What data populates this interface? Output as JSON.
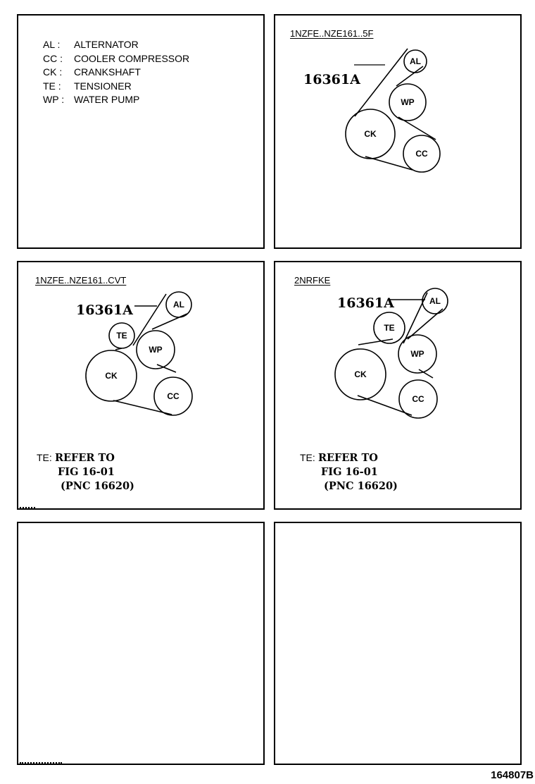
{
  "legend": {
    "items": [
      {
        "code": "AL",
        "sep": ":",
        "name": "ALTERNATOR"
      },
      {
        "code": "CC",
        "sep": ":",
        "name": "COOLER COMPRESSOR"
      },
      {
        "code": "CK",
        "sep": ":",
        "name": "CRANKSHAFT"
      },
      {
        "code": "TE",
        "sep": ":",
        "name": "TENSIONER"
      },
      {
        "code": "WP",
        "sep": ":",
        "name": "WATER PUMP"
      }
    ]
  },
  "panels": [
    {
      "title": "1NZFE..NZE161..5F",
      "part_number": "16361A",
      "pulleys": [
        {
          "id": "AL",
          "label": "AL"
        },
        {
          "id": "WP",
          "label": "WP"
        },
        {
          "id": "CK",
          "label": "CK"
        },
        {
          "id": "CC",
          "label": "CC"
        }
      ]
    },
    {
      "title": "1NZFE..NZE161..CVT",
      "part_number": "16361A",
      "pulleys": [
        {
          "id": "AL",
          "label": "AL"
        },
        {
          "id": "TE",
          "label": "TE"
        },
        {
          "id": "WP",
          "label": "WP"
        },
        {
          "id": "CK",
          "label": "CK"
        },
        {
          "id": "CC",
          "label": "CC"
        }
      ],
      "note": {
        "prefix": "TE:",
        "line1": "REFER TO",
        "line2": "FIG 16-01",
        "line3": "(PNC 16620)"
      }
    },
    {
      "title": "2NRFKE",
      "part_number": "16361A",
      "pulleys": [
        {
          "id": "AL",
          "label": "AL"
        },
        {
          "id": "TE",
          "label": "TE"
        },
        {
          "id": "WP",
          "label": "WP"
        },
        {
          "id": "CK",
          "label": "CK"
        },
        {
          "id": "CC",
          "label": "CC"
        }
      ],
      "note": {
        "prefix": "TE:",
        "line1": "REFER TO",
        "line2": "FIG 16-01",
        "line3": "(PNC 16620)"
      }
    }
  ],
  "footer": {
    "illustration_id": "164807B"
  }
}
